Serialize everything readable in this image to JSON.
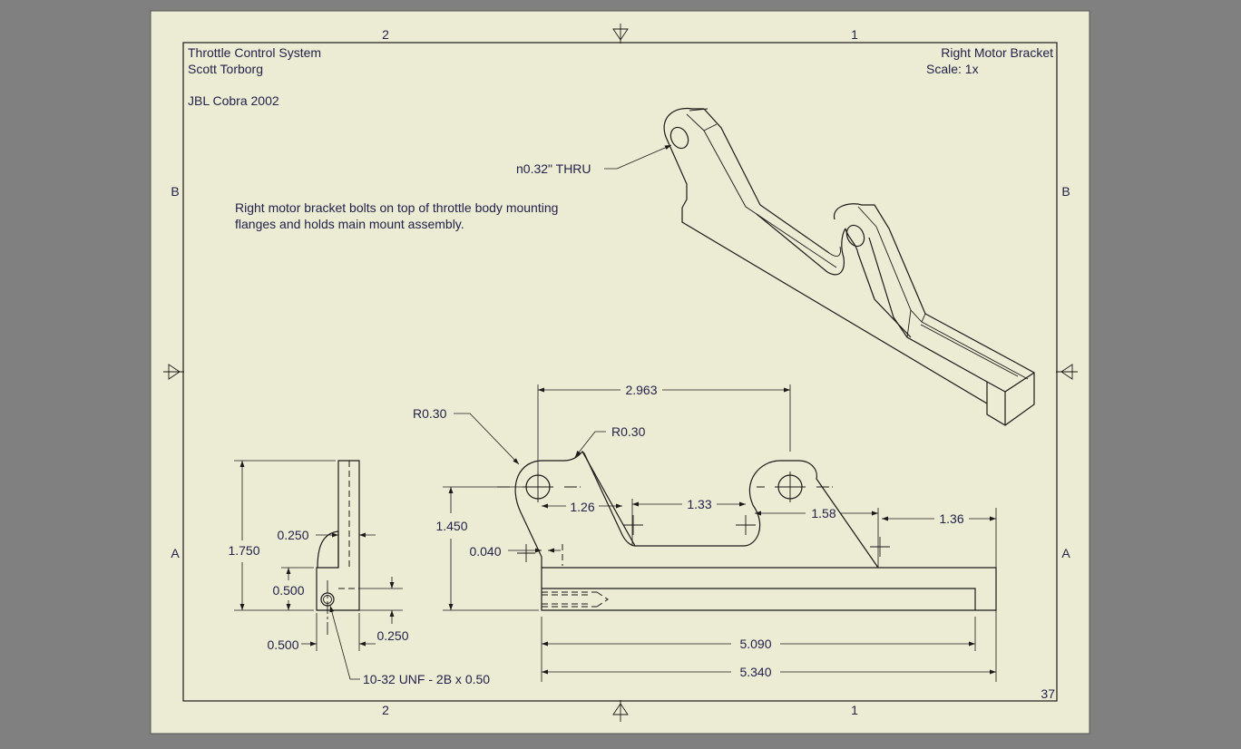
{
  "title_block": {
    "project": "Throttle Control System",
    "author": "Scott Torborg",
    "organization": "JBL Cobra 2002",
    "part_name": "Right Motor Bracket",
    "scale": "Scale: 1x",
    "sheet_number": "37"
  },
  "note": {
    "line1": "Right motor bracket bolts on top of throttle body mounting",
    "line2": "flanges and holds main mount assembly."
  },
  "zones": {
    "top_left": "2",
    "top_right": "1",
    "bottom_left": "2",
    "bottom_right": "1",
    "left_b": "B",
    "left_a": "A",
    "right_b": "B",
    "right_a": "A"
  },
  "dimensions": {
    "hole_callout": "n0.32\" THRU",
    "top_span": "2.963",
    "radius_left": "R0.30",
    "radius_right": "R0.30",
    "d_126": "1.26",
    "d_133": "1.33",
    "d_158": "1.58",
    "d_136": "1.36",
    "d_1450": "1.450",
    "d_0040": "0.040",
    "d_5090": "5.090",
    "d_5340": "5.340",
    "side_1750": "1.750",
    "side_0250_top": "0.250",
    "side_0500_mid": "0.500",
    "side_0500_bottom": "0.500",
    "side_0250_bottom": "0.250",
    "thread_callout": "10-32 UNF - 2B x 0.50"
  }
}
